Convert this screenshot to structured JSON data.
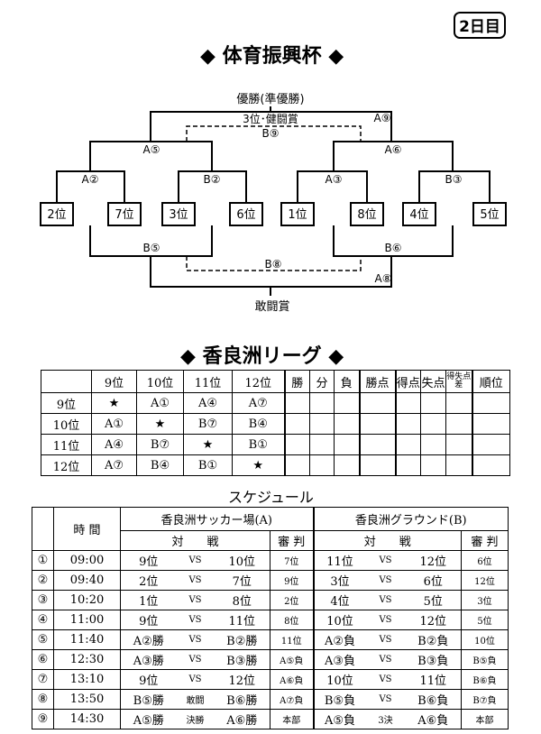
{
  "day_badge": "2日目",
  "tournament": {
    "title": "◆ 体育振興杯 ◆",
    "top_label": "優勝(準優勝)",
    "third_label": "3位･健闘賞",
    "bottom_label": "敢闘賞",
    "match_labels": {
      "a9": "A⑨",
      "b9": "B⑨",
      "a5": "A⑤",
      "a6": "A⑥",
      "a2": "A②",
      "b2": "B②",
      "a3": "A③",
      "b3": "B③",
      "b5": "B⑤",
      "b6": "B⑥",
      "b8": "B⑧",
      "a8": "A⑧"
    },
    "seeds": [
      "2位",
      "7位",
      "3位",
      "6位",
      "1位",
      "8位",
      "4位",
      "5位"
    ]
  },
  "league": {
    "title": "◆ 香良洲リーグ ◆",
    "headers": [
      "",
      "9位",
      "10位",
      "11位",
      "12位",
      "勝",
      "分",
      "負",
      "勝点",
      "得点",
      "失点",
      "得失点差",
      "順位"
    ],
    "rows": [
      {
        "team": "9位",
        "cells": [
          "★",
          "A①",
          "A④",
          "A⑦"
        ]
      },
      {
        "team": "10位",
        "cells": [
          "A①",
          "★",
          "B⑦",
          "B④"
        ]
      },
      {
        "team": "11位",
        "cells": [
          "A④",
          "B⑦",
          "★",
          "B①"
        ]
      },
      {
        "team": "12位",
        "cells": [
          "A⑦",
          "B④",
          "B①",
          "★"
        ]
      }
    ]
  },
  "schedule": {
    "title": "スケジュール",
    "time_header": "時 間",
    "venue_a": "香良洲サッカー場(A)",
    "venue_b": "香良洲グラウンド(B)",
    "match_header": "対　　戦",
    "ref_header": "審 判",
    "rows": [
      {
        "no": "①",
        "time": "09:00",
        "a1": "9位",
        "av": "VS",
        "a2": "10位",
        "aref": "7位",
        "b1": "11位",
        "bv": "VS",
        "b2": "12位",
        "bref": "6位"
      },
      {
        "no": "②",
        "time": "09:40",
        "a1": "2位",
        "av": "VS",
        "a2": "7位",
        "aref": "9位",
        "b1": "3位",
        "bv": "VS",
        "b2": "6位",
        "bref": "12位"
      },
      {
        "no": "③",
        "time": "10:20",
        "a1": "1位",
        "av": "VS",
        "a2": "8位",
        "aref": "2位",
        "b1": "4位",
        "bv": "VS",
        "b2": "5位",
        "bref": "3位"
      },
      {
        "no": "④",
        "time": "11:00",
        "a1": "9位",
        "av": "VS",
        "a2": "11位",
        "aref": "8位",
        "b1": "10位",
        "bv": "VS",
        "b2": "12位",
        "bref": "5位"
      },
      {
        "no": "⑤",
        "time": "11:40",
        "a1": "A②勝",
        "av": "VS",
        "a2": "B②勝",
        "aref": "11位",
        "b1": "A②負",
        "bv": "VS",
        "b2": "B②負",
        "bref": "10位"
      },
      {
        "no": "⑥",
        "time": "12:30",
        "a1": "A③勝",
        "av": "VS",
        "a2": "B③勝",
        "aref": "A⑤負",
        "b1": "A③負",
        "bv": "VS",
        "b2": "B③負",
        "bref": "B⑤負"
      },
      {
        "no": "⑦",
        "time": "13:10",
        "a1": "9位",
        "av": "VS",
        "a2": "12位",
        "aref": "A⑥負",
        "b1": "10位",
        "bv": "VS",
        "b2": "11位",
        "bref": "B⑥負"
      },
      {
        "no": "⑧",
        "time": "13:50",
        "a1": "B⑤勝",
        "av": "敢闘",
        "a2": "B⑥勝",
        "aref": "A⑦負",
        "b1": "B⑤負",
        "bv": "VS",
        "b2": "B⑥負",
        "bref": "B⑦負"
      },
      {
        "no": "⑨",
        "time": "14:30",
        "a1": "A⑤勝",
        "av": "決勝",
        "a2": "A⑥勝",
        "aref": "本部",
        "b1": "A⑤負",
        "bv": "3決",
        "b2": "A⑥負",
        "bref": "本部"
      }
    ]
  }
}
